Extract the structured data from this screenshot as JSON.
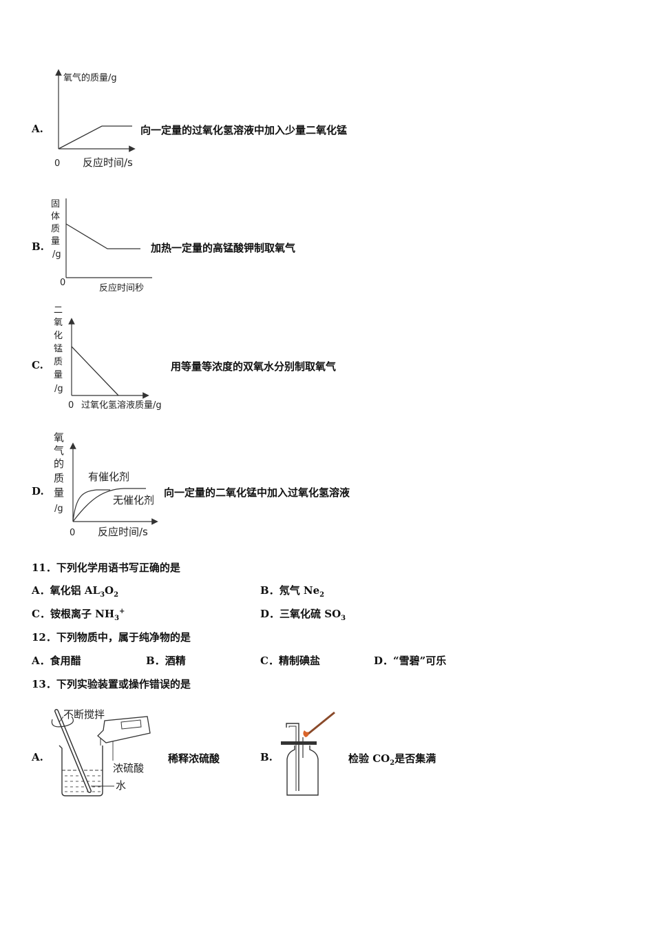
{
  "q10": {
    "options": [
      {
        "letter": "A.",
        "desc": "向一定量的过氧化氢溶液中加入少量二氧化锰",
        "y_label": "氧气的质量/g",
        "x_label": "反应时间/s",
        "origin": "0"
      },
      {
        "letter": "B.",
        "desc": "加热一定量的高锰酸钾制取氧气",
        "y_label": [
          "固",
          "体",
          "质",
          "量",
          "/g"
        ],
        "x_label": "反应时间秒",
        "origin": "0"
      },
      {
        "letter": "C.",
        "desc": "用等量等浓度的双氧水分别制取氧气",
        "y_label": [
          "二",
          "氧",
          "化",
          "锰",
          "质",
          "量",
          "/g"
        ],
        "x_label": "过氧化氢溶液质量/g",
        "origin": "0"
      },
      {
        "letter": "D.",
        "desc": "向一定量的二氧化锰中加入过氧化氢溶液",
        "y_label": [
          "氧",
          "气",
          "的",
          "质",
          "量",
          "/g"
        ],
        "x_label": "反应时间/s",
        "origin": "0",
        "curve_labels": [
          "有催化剂",
          "无催化剂"
        ]
      }
    ]
  },
  "q11": {
    "stem": "11．下列化学用语书写正确的是",
    "A": {
      "letter": "A．",
      "text": "氧化铝 AL",
      "sub1": "3",
      "mid": "O",
      "sub2": "2"
    },
    "B": {
      "letter": "B．",
      "text": "氖气 Ne",
      "sub1": "2"
    },
    "C": {
      "letter": "C．",
      "text": "铵根离子 NH",
      "sub1": "3",
      "sup": "+"
    },
    "D": {
      "letter": "D．",
      "text": "三氧化硫 SO",
      "sub1": "3"
    }
  },
  "q12": {
    "stem": "12．下列物质中，属于纯净物的是",
    "options": [
      {
        "letter": "A．",
        "text": "食用醋"
      },
      {
        "letter": "B．",
        "text": "酒精"
      },
      {
        "letter": "C．",
        "text": "精制碘盐"
      },
      {
        "letter": "D．",
        "text": "“雪碧”可乐"
      }
    ]
  },
  "q13": {
    "stem": "13．下列实验装置或操作错误的是",
    "A": {
      "letter": "A.",
      "desc": "稀释浓硫酸",
      "labels": [
        "不断搅拌",
        "浓硫酸",
        "水"
      ]
    },
    "B": {
      "letter": "B.",
      "desc_pre": "检验 CO",
      "desc_sub": "2",
      "desc_post": "是否集满"
    }
  }
}
